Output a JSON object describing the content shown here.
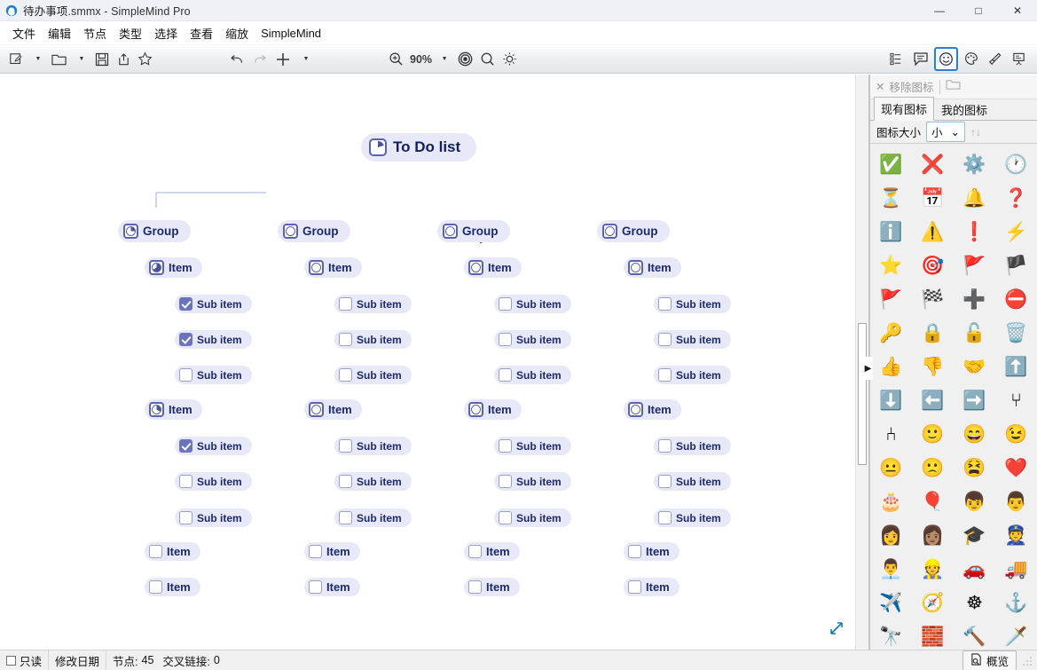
{
  "window": {
    "title_main": "待办事项",
    "title_ext": ".smmx - SimpleMind Pro",
    "app_icon": "simplemind-logo-icon",
    "minimize": "—",
    "maximize": "□",
    "close": "✕"
  },
  "menubar": {
    "items": [
      {
        "label": "文件",
        "name": "menu-file"
      },
      {
        "label": "编辑",
        "name": "menu-edit"
      },
      {
        "label": "节点",
        "name": "menu-node"
      },
      {
        "label": "类型",
        "name": "menu-type"
      },
      {
        "label": "选择",
        "name": "menu-select"
      },
      {
        "label": "查看",
        "name": "menu-view"
      },
      {
        "label": "缩放",
        "name": "menu-zoom"
      },
      {
        "label": "SimpleMind",
        "name": "menu-simplemind"
      }
    ]
  },
  "toolbar": {
    "zoom_level": "90%",
    "left_buttons": [
      {
        "name": "new-mindmap-icon",
        "glyph": "✎"
      },
      {
        "name": "open-folder-icon",
        "glyph": "🗁"
      },
      {
        "name": "save-icon",
        "glyph": "💾"
      },
      {
        "name": "export-share-icon",
        "glyph": "⇪"
      },
      {
        "name": "favorite-star-icon",
        "glyph": "☆"
      }
    ],
    "edit_buttons": [
      {
        "name": "undo-icon",
        "glyph": "↶"
      },
      {
        "name": "redo-icon",
        "glyph": "↷"
      },
      {
        "name": "add-node-icon",
        "glyph": "+"
      }
    ],
    "view_buttons": [
      {
        "name": "zoom-level-icon",
        "glyph": "⊕"
      },
      {
        "name": "focus-target-icon",
        "glyph": "◎"
      },
      {
        "name": "search-icon",
        "glyph": "🔍"
      },
      {
        "name": "highlight-idea-icon",
        "glyph": "💡"
      }
    ],
    "right_buttons": [
      {
        "name": "outline-hierarchy-icon",
        "glyph": "⋮⋮",
        "selected": false
      },
      {
        "name": "note-panel-icon",
        "glyph": "🗩",
        "selected": false
      },
      {
        "name": "icon-panel-smiley-icon",
        "glyph": "☺",
        "selected": true
      },
      {
        "name": "style-palette-icon",
        "glyph": "🎨",
        "selected": false
      },
      {
        "name": "brush-format-icon",
        "glyph": "🖌",
        "selected": false
      },
      {
        "name": "presentation-icon",
        "glyph": "🗠",
        "selected": false
      }
    ]
  },
  "mindmap": {
    "root": {
      "label": "To Do list",
      "progress": 0.2
    },
    "groups": [
      {
        "label": "Group",
        "progress": 0.25,
        "items": [
          {
            "label": "Item",
            "progress": 0.66,
            "subs": [
              {
                "label": "Sub item",
                "checked": true
              },
              {
                "label": "Sub item",
                "checked": true
              },
              {
                "label": "Sub item",
                "checked": false
              }
            ]
          },
          {
            "label": "Item",
            "progress": 0.33,
            "subs": [
              {
                "label": "Sub item",
                "checked": true
              },
              {
                "label": "Sub item",
                "checked": false
              },
              {
                "label": "Sub item",
                "checked": false
              }
            ]
          },
          {
            "label": "Item",
            "progress": 0,
            "subs": []
          },
          {
            "label": "Item",
            "progress": 0,
            "subs": []
          }
        ]
      },
      {
        "label": "Group",
        "progress": 0,
        "items": [
          {
            "label": "Item",
            "progress": 0,
            "subs": [
              {
                "label": "Sub item",
                "checked": false
              },
              {
                "label": "Sub item",
                "checked": false
              },
              {
                "label": "Sub item",
                "checked": false
              }
            ]
          },
          {
            "label": "Item",
            "progress": 0,
            "subs": [
              {
                "label": "Sub item",
                "checked": false
              },
              {
                "label": "Sub item",
                "checked": false
              },
              {
                "label": "Sub item",
                "checked": false
              }
            ]
          },
          {
            "label": "Item",
            "progress": 0,
            "subs": []
          },
          {
            "label": "Item",
            "progress": 0,
            "subs": []
          }
        ]
      },
      {
        "label": "Group",
        "progress": 0,
        "items": [
          {
            "label": "Item",
            "progress": 0,
            "subs": [
              {
                "label": "Sub item",
                "checked": false
              },
              {
                "label": "Sub item",
                "checked": false
              },
              {
                "label": "Sub item",
                "checked": false
              }
            ]
          },
          {
            "label": "Item",
            "progress": 0,
            "subs": [
              {
                "label": "Sub item",
                "checked": false
              },
              {
                "label": "Sub item",
                "checked": false
              },
              {
                "label": "Sub item",
                "checked": false
              }
            ]
          },
          {
            "label": "Item",
            "progress": 0,
            "subs": []
          },
          {
            "label": "Item",
            "progress": 0,
            "subs": []
          }
        ]
      },
      {
        "label": "Group",
        "progress": 0,
        "items": [
          {
            "label": "Item",
            "progress": 0,
            "subs": [
              {
                "label": "Sub item",
                "checked": false
              },
              {
                "label": "Sub item",
                "checked": false
              },
              {
                "label": "Sub item",
                "checked": false
              }
            ]
          },
          {
            "label": "Item",
            "progress": 0,
            "subs": [
              {
                "label": "Sub item",
                "checked": false
              },
              {
                "label": "Sub item",
                "checked": false
              },
              {
                "label": "Sub item",
                "checked": false
              }
            ]
          },
          {
            "label": "Item",
            "progress": 0,
            "subs": []
          },
          {
            "label": "Item",
            "progress": 0,
            "subs": []
          }
        ]
      }
    ],
    "colors": {
      "node_bg": "#e8e9f8",
      "node_text": "#1b2a6b",
      "branch_line": "#b9bedd",
      "checkbox_checked": "#6b73bd"
    }
  },
  "icon_panel": {
    "remove_icon_label": "移除图标",
    "remove_icon_glyph": "✕",
    "folder_glyph": "🗀",
    "tabs": [
      {
        "label": "现有图标",
        "name": "tab-existing-icons",
        "active": true
      },
      {
        "label": "我的图标",
        "name": "tab-my-icons",
        "active": false
      }
    ],
    "size_label": "图标大小",
    "size_value": "小",
    "size_caret": "⌄",
    "sort_glyph": "↑↓",
    "icons": [
      {
        "name": "check-circle-icon",
        "glyph": "✅"
      },
      {
        "name": "red-cross-icon",
        "glyph": "❌"
      },
      {
        "name": "gear-icon",
        "glyph": "⚙️"
      },
      {
        "name": "clock-icon",
        "glyph": "🕐"
      },
      {
        "name": "hourglass-icon",
        "glyph": "⏳"
      },
      {
        "name": "calendar-icon",
        "glyph": "📅"
      },
      {
        "name": "bell-icon",
        "glyph": "🔔"
      },
      {
        "name": "question-mark-icon",
        "glyph": "❓"
      },
      {
        "name": "info-icon",
        "glyph": "ℹ️"
      },
      {
        "name": "warning-triangle-icon",
        "glyph": "⚠️"
      },
      {
        "name": "exclamation-diamond-icon",
        "glyph": "❗"
      },
      {
        "name": "lightning-bolt-icon",
        "glyph": "⚡"
      },
      {
        "name": "star-icon",
        "glyph": "⭐"
      },
      {
        "name": "target-dart-icon",
        "glyph": "🎯"
      },
      {
        "name": "green-flag-icon",
        "glyph": "🚩"
      },
      {
        "name": "orange-flag-icon",
        "glyph": "🏴"
      },
      {
        "name": "red-flag-icon",
        "glyph": "🚩"
      },
      {
        "name": "checkered-flag-icon",
        "glyph": "🏁"
      },
      {
        "name": "plus-circle-icon",
        "glyph": "➕"
      },
      {
        "name": "minus-circle-icon",
        "glyph": "⛔"
      },
      {
        "name": "key-icon",
        "glyph": "🔑"
      },
      {
        "name": "lock-closed-icon",
        "glyph": "🔒"
      },
      {
        "name": "lock-open-icon",
        "glyph": "🔓"
      },
      {
        "name": "trash-icon",
        "glyph": "🗑️"
      },
      {
        "name": "thumbs-up-icon",
        "glyph": "👍"
      },
      {
        "name": "thumbs-down-icon",
        "glyph": "👎"
      },
      {
        "name": "handshake-icon",
        "glyph": "🤝"
      },
      {
        "name": "arrow-up-circle-icon",
        "glyph": "⬆️"
      },
      {
        "name": "arrow-down-circle-icon",
        "glyph": "⬇️"
      },
      {
        "name": "arrow-left-circle-icon",
        "glyph": "⬅️"
      },
      {
        "name": "arrow-right-circle-icon",
        "glyph": "➡️"
      },
      {
        "name": "split-path-icon",
        "glyph": "⑂"
      },
      {
        "name": "merge-path-icon",
        "glyph": "⑃"
      },
      {
        "name": "smiley-happy-icon",
        "glyph": "🙂"
      },
      {
        "name": "smiley-laugh-icon",
        "glyph": "😄"
      },
      {
        "name": "smiley-wink-icon",
        "glyph": "😉"
      },
      {
        "name": "smiley-neutral-icon",
        "glyph": "😐"
      },
      {
        "name": "smiley-sad-icon",
        "glyph": "🙁"
      },
      {
        "name": "smiley-distress-icon",
        "glyph": "😫"
      },
      {
        "name": "heart-icon",
        "glyph": "❤️"
      },
      {
        "name": "birthday-cake-icon",
        "glyph": "🎂"
      },
      {
        "name": "balloon-icon",
        "glyph": "🎈"
      },
      {
        "name": "boy-face-icon",
        "glyph": "👦"
      },
      {
        "name": "man-face-icon",
        "glyph": "👨"
      },
      {
        "name": "woman-redhead-icon",
        "glyph": "👩"
      },
      {
        "name": "woman-face-icon",
        "glyph": "👩🏽"
      },
      {
        "name": "graduation-cap-icon",
        "glyph": "🎓"
      },
      {
        "name": "police-officer-icon",
        "glyph": "👮"
      },
      {
        "name": "businessman-icon",
        "glyph": "👨‍💼"
      },
      {
        "name": "worker-woman-icon",
        "glyph": "👷"
      },
      {
        "name": "car-icon",
        "glyph": "🚗"
      },
      {
        "name": "truck-icon",
        "glyph": "🚚"
      },
      {
        "name": "airplane-icon",
        "glyph": "✈️"
      },
      {
        "name": "compass-icon",
        "glyph": "🧭"
      },
      {
        "name": "ship-wheel-icon",
        "glyph": "☸"
      },
      {
        "name": "anchor-icon",
        "glyph": "⚓"
      },
      {
        "name": "binoculars-icon",
        "glyph": "🔭"
      },
      {
        "name": "brick-wall-icon",
        "glyph": "🧱"
      },
      {
        "name": "hammer-icon",
        "glyph": "🔨"
      },
      {
        "name": "sword-icon",
        "glyph": "🗡️"
      }
    ]
  },
  "statusbar": {
    "readonly_label": "只读",
    "modified_label": "修改日期",
    "nodes_label": "节点:",
    "nodes_count": "45",
    "crosslinks_label": "交叉链接:",
    "crosslinks_count": "0",
    "overview_label": "概览",
    "overview_icon": "page-search-icon"
  }
}
